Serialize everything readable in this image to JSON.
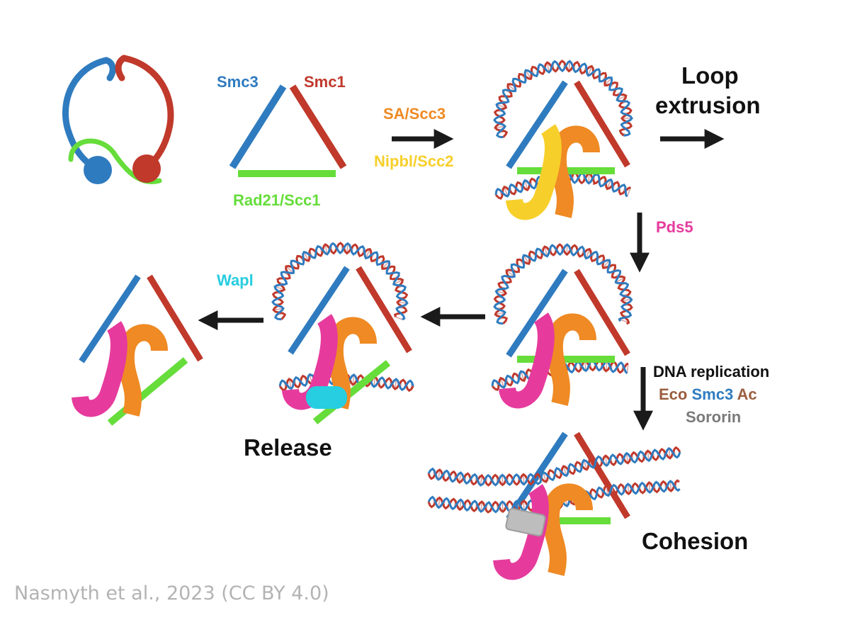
{
  "colors": {
    "smc3": "#2f7bbf",
    "smc1": "#c0392b",
    "rad21": "#66dd3a",
    "sa": "#ef8a24",
    "nipbl": "#f7cf2a",
    "pds5": "#e63b9d",
    "wapl": "#27cde0",
    "eco": "#9a5e3e",
    "sororin": "#7a7a7a",
    "sororin_bar": "#bdbdbd",
    "dna_strand_a": "#c0392b",
    "dna_strand_b": "#2f7bbf",
    "arrow": "#1a1a1a"
  },
  "labels": {
    "smc3": "Smc3",
    "smc1": "Smc1",
    "rad21": "Rad21/Scc1",
    "sa": "SA/Scc3",
    "nipbl": "Nipbl/Scc2",
    "loop_line1": "Loop",
    "loop_line2": "extrusion",
    "pds5": "Pds5",
    "dna_replication": "DNA replication",
    "eco": "Eco",
    "smc3_ac": "Smc3",
    "ac": "Ac",
    "sororin": "Sororin",
    "cohesion": "Cohesion",
    "wapl": "Wapl",
    "release": "Release",
    "credit": "Nasmyth et al., 2023 (CC BY 4.0)"
  }
}
